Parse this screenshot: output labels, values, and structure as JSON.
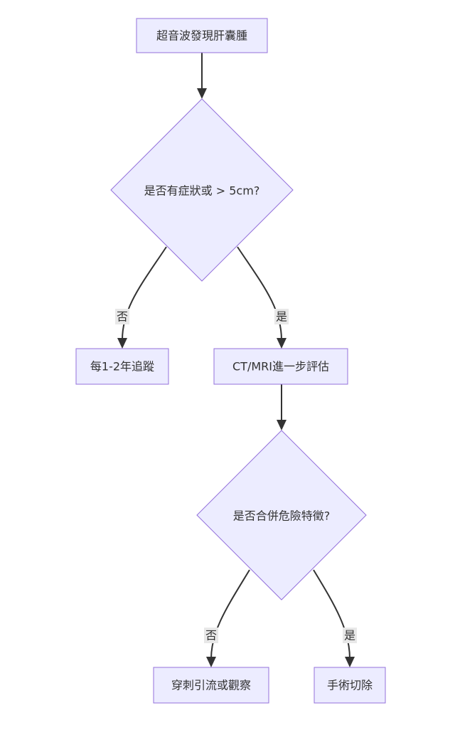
{
  "colors": {
    "node_fill": "#ECECFF",
    "node_stroke": "#9370DB",
    "edge": "#333333",
    "text": "#333333",
    "edge_label_bg": "#e8e8e8"
  },
  "nodes": {
    "start": "超音波發現肝囊腫",
    "decision1": "是否有症狀或 > 5cm?",
    "followup": "每1-2年追蹤",
    "evaluate": "CT/MRI進一步評估",
    "decision2": "是否合併危險特徵?",
    "drainage": "穿刺引流或觀察",
    "surgery": "手術切除"
  },
  "edges": {
    "d1_no": "否",
    "d1_yes": "是",
    "d2_no": "否",
    "d2_yes": "是"
  }
}
